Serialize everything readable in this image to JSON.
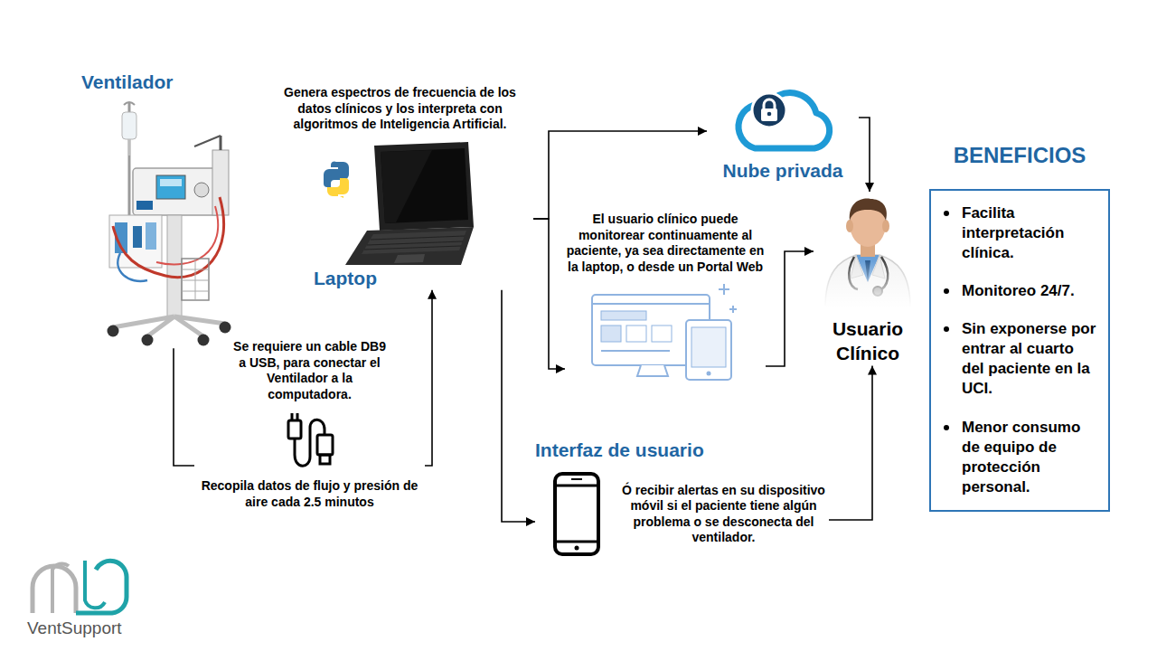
{
  "diagram": {
    "nodes": [
      {
        "text": [
          "Ventilador"
        ]
      },
      {
        "text": [
          "Se requiere un cable DB9 a USB, para conectar el Ventilador a la computadora.",
          "Recopila datos de flujo y presión de aire cada 2.5 minutos"
        ]
      },
      {
        "text": [
          "Genera espectros de frecuencia de los datos clínicos y los interpreta con algoritmos de Inteligencia Artificial.",
          "Laptop"
        ]
      },
      {
        "text": [
          "Nube privada"
        ]
      },
      {
        "text": [
          "El usuario clínico puede monitorear continuamente al paciente, ya sea directamente en la laptop, o desde un Portal Web"
        ]
      },
      {
        "text": [
          "Interfaz de usuario",
          "Ó recibir alertas en su dispositivo móvil si el paciente tiene algún problema o se desconecta del ventilador."
        ]
      },
      {
        "text": [
          "Usuario Clínico"
        ]
      },
      {
        "text": [
          "BENEFICIOS",
          "Facilita interpretación clínica.",
          "Monitoreo 24/7.",
          "Sin exponerse por entrar al cuarto del paciente en la UCI.",
          "Menor consumo de equipo de protección personal."
        ]
      }
    ],
    "edges": [
      {
        "from": 0,
        "to": 1,
        "arrow": "none"
      },
      {
        "from": 1,
        "to": 2,
        "arrow": "to"
      },
      {
        "from": 2,
        "to": 3,
        "arrow": "to"
      },
      {
        "from": 2,
        "to": 4,
        "arrow": "to"
      },
      {
        "from": 2,
        "to": 5,
        "arrow": "to"
      },
      {
        "from": 3,
        "to": 6,
        "arrow": "to"
      },
      {
        "from": 4,
        "to": 6,
        "arrow": "to"
      },
      {
        "from": 5,
        "to": 6,
        "arrow": "to"
      }
    ],
    "labels": [
      "VentSupport"
    ]
  }
}
